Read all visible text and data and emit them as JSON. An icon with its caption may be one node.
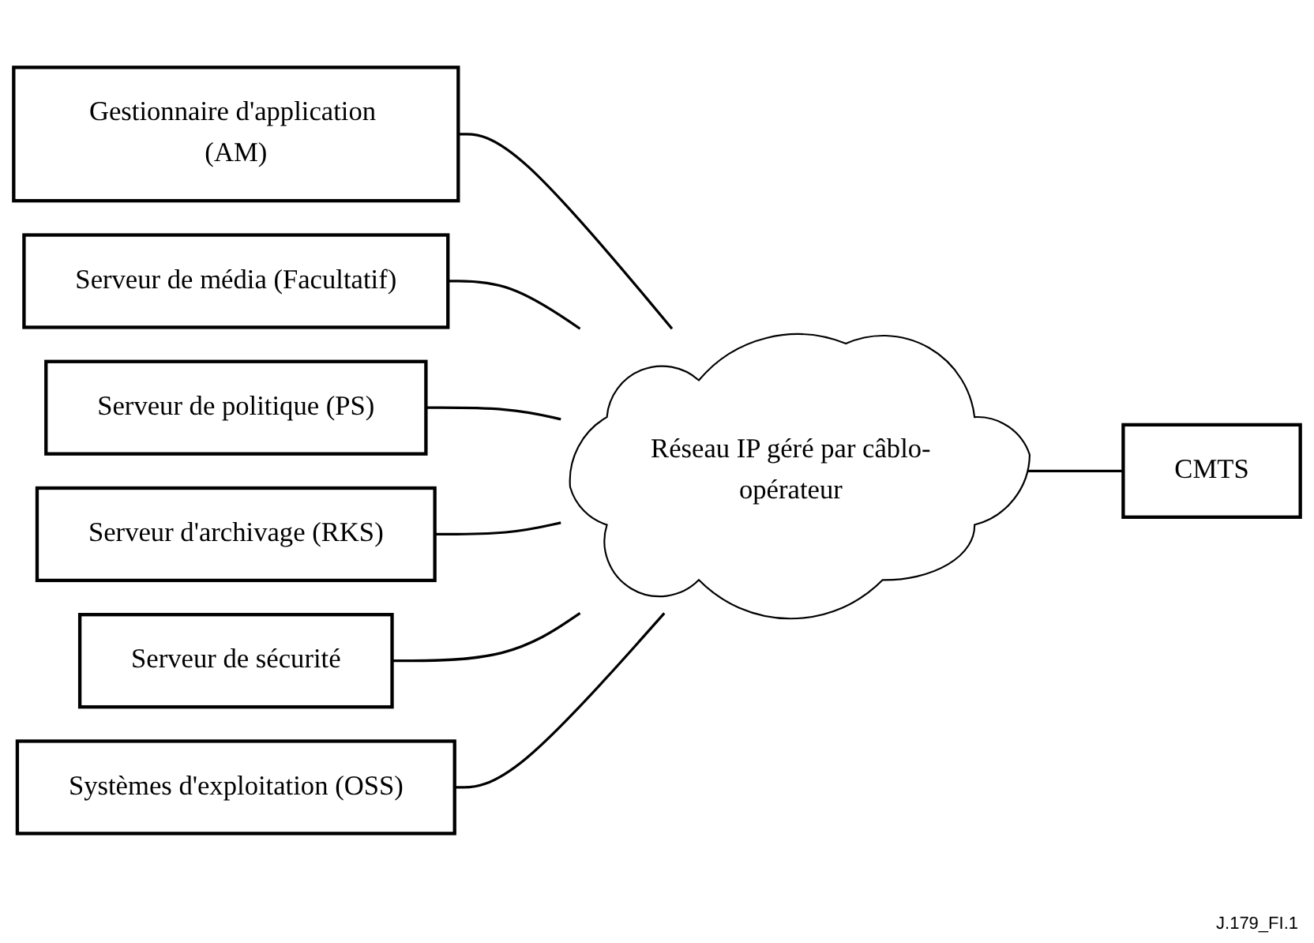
{
  "diagram": {
    "nodes": [
      {
        "text": [
          "Gestionnaire d'application (AM)"
        ]
      },
      {
        "text": [
          "Serveur de média (Facultatif)"
        ]
      },
      {
        "text": [
          "Serveur de politique (PS)"
        ]
      },
      {
        "text": [
          "Serveur d'archivage (RKS)"
        ]
      },
      {
        "text": [
          "Serveur de sécurité"
        ]
      },
      {
        "text": [
          "Systèmes d'exploitation (OSS)"
        ]
      },
      {
        "text": [
          "Réseau IP géré par câblo-opérateur"
        ]
      },
      {
        "text": [
          "CMTS"
        ]
      }
    ],
    "edges": [
      {
        "from": 0,
        "to": 6,
        "arrow": "none"
      },
      {
        "from": 1,
        "to": 6,
        "arrow": "none"
      },
      {
        "from": 2,
        "to": 6,
        "arrow": "none"
      },
      {
        "from": 3,
        "to": 6,
        "arrow": "none"
      },
      {
        "from": 4,
        "to": 6,
        "arrow": "none"
      },
      {
        "from": 5,
        "to": 6,
        "arrow": "none"
      },
      {
        "from": 6,
        "to": 7,
        "arrow": "none"
      }
    ],
    "labels": [
      "J.179_FI.1"
    ]
  }
}
